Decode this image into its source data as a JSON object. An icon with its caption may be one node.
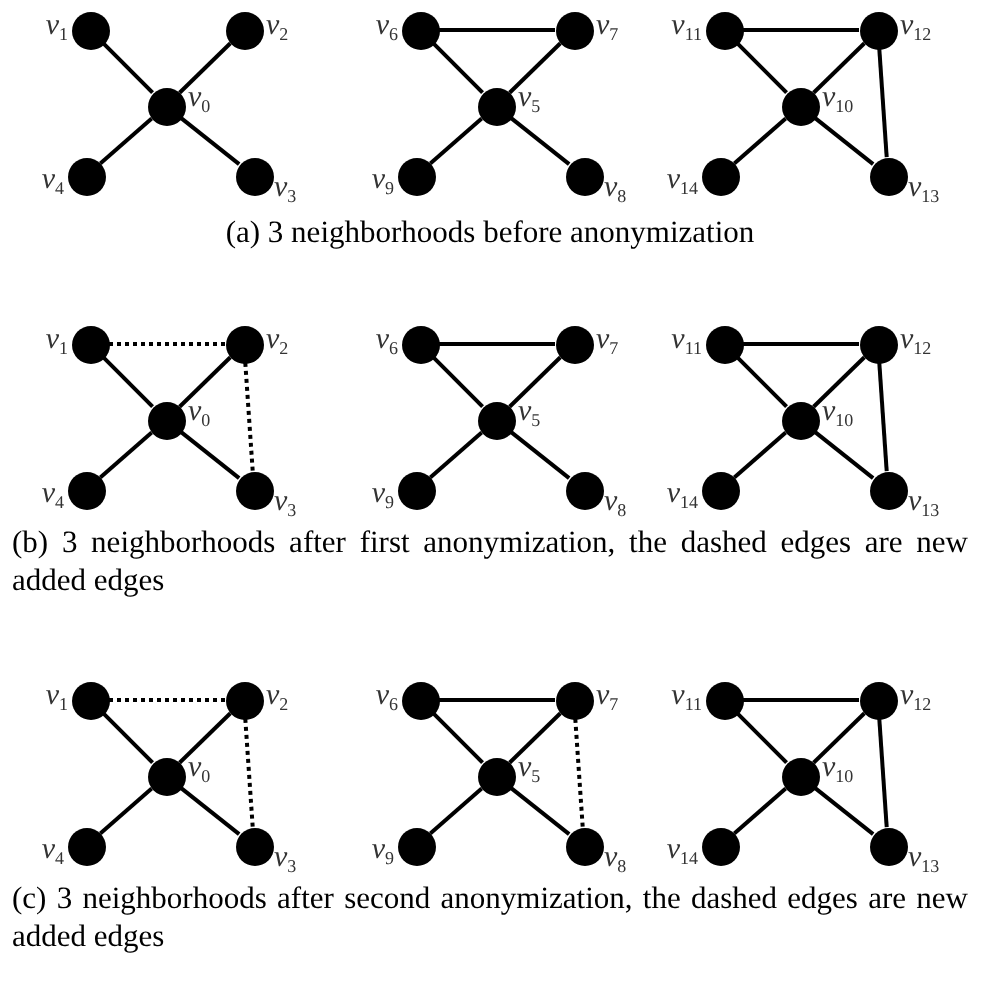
{
  "diagram": {
    "nodes": [
      {
        "text": [],
        "shape": "circle",
        "beside": [
          "v$_{1}$"
        ]
      },
      {
        "text": [],
        "shape": "circle",
        "beside": [
          "v$_{2}$"
        ]
      },
      {
        "text": [],
        "shape": "circle",
        "beside": [
          "v$_{0}$"
        ]
      },
      {
        "text": [],
        "shape": "circle",
        "beside": [
          "v$_{4}$"
        ]
      },
      {
        "text": [],
        "shape": "circle",
        "beside": [
          "v$_{3}$"
        ]
      },
      {
        "text": [],
        "shape": "circle",
        "beside": [
          "v$_{6}$"
        ]
      },
      {
        "text": [],
        "shape": "circle",
        "beside": [
          "v$_{7}$"
        ]
      },
      {
        "text": [],
        "shape": "circle",
        "beside": [
          "v$_{5}$"
        ]
      },
      {
        "text": [],
        "shape": "circle",
        "beside": [
          "v$_{9}$"
        ]
      },
      {
        "text": [],
        "shape": "circle",
        "beside": [
          "v$_{8}$"
        ]
      },
      {
        "text": [],
        "shape": "circle",
        "beside": [
          "v$_{11}$"
        ]
      },
      {
        "text": [],
        "shape": "circle",
        "beside": [
          "v$_{12}$"
        ]
      },
      {
        "text": [],
        "shape": "circle",
        "beside": [
          "v$_{10}$"
        ]
      },
      {
        "text": [],
        "shape": "circle",
        "beside": [
          "v$_{14}$"
        ]
      },
      {
        "text": [],
        "shape": "circle",
        "beside": [
          "v$_{13}$"
        ]
      },
      {
        "text": [],
        "shape": "circle",
        "beside": [
          "v$_{1}$"
        ]
      },
      {
        "text": [],
        "shape": "circle",
        "beside": [
          "v$_{2}$"
        ]
      },
      {
        "text": [],
        "shape": "circle",
        "beside": [
          "v$_{0}$"
        ]
      },
      {
        "text": [],
        "shape": "circle",
        "beside": [
          "v$_{4}$"
        ]
      },
      {
        "text": [],
        "shape": "circle",
        "beside": [
          "v$_{3}$"
        ]
      },
      {
        "text": [],
        "shape": "circle",
        "beside": [
          "v$_{6}$"
        ]
      },
      {
        "text": [],
        "shape": "circle",
        "beside": [
          "v$_{7}$"
        ]
      },
      {
        "text": [],
        "shape": "circle",
        "beside": [
          "v$_{5}$"
        ]
      },
      {
        "text": [],
        "shape": "circle",
        "beside": [
          "v$_{9}$"
        ]
      },
      {
        "text": [],
        "shape": "circle",
        "beside": [
          "v$_{8}$"
        ]
      },
      {
        "text": [],
        "shape": "circle",
        "beside": [
          "v$_{11}$"
        ]
      },
      {
        "text": [],
        "shape": "circle",
        "beside": [
          "v$_{12}$"
        ]
      },
      {
        "text": [],
        "shape": "circle",
        "beside": [
          "v$_{10}$"
        ]
      },
      {
        "text": [],
        "shape": "circle",
        "beside": [
          "v$_{14}$"
        ]
      },
      {
        "text": [],
        "shape": "circle",
        "beside": [
          "v$_{13}$"
        ]
      },
      {
        "text": [],
        "shape": "circle",
        "beside": [
          "v$_{1}$"
        ]
      },
      {
        "text": [],
        "shape": "circle",
        "beside": [
          "v$_{2}$"
        ]
      },
      {
        "text": [],
        "shape": "circle",
        "beside": [
          "v$_{0}$"
        ]
      },
      {
        "text": [],
        "shape": "circle",
        "beside": [
          "v$_{4}$"
        ]
      },
      {
        "text": [],
        "shape": "circle",
        "beside": [
          "v$_{3}$"
        ]
      },
      {
        "text": [],
        "shape": "circle",
        "beside": [
          "v$_{6}$"
        ]
      },
      {
        "text": [],
        "shape": "circle",
        "beside": [
          "v$_{7}$"
        ]
      },
      {
        "text": [],
        "shape": "circle",
        "beside": [
          "v$_{5}$"
        ]
      },
      {
        "text": [],
        "shape": "circle",
        "beside": [
          "v$_{9}$"
        ]
      },
      {
        "text": [],
        "shape": "circle",
        "beside": [
          "v$_{8}$"
        ]
      },
      {
        "text": [],
        "shape": "circle",
        "beside": [
          "v$_{11}$"
        ]
      },
      {
        "text": [],
        "shape": "circle",
        "beside": [
          "v$_{12}$"
        ]
      },
      {
        "text": [],
        "shape": "circle",
        "beside": [
          "v$_{10}$"
        ]
      },
      {
        "text": [],
        "shape": "circle",
        "beside": [
          "v$_{14}$"
        ]
      },
      {
        "text": [],
        "shape": "circle",
        "beside": [
          "v$_{13}$"
        ]
      }
    ],
    "edges": [
      {
        "from": 2,
        "to": 0,
        "arrow": "none"
      },
      {
        "from": 2,
        "to": 1,
        "arrow": "none"
      },
      {
        "from": 2,
        "to": 3,
        "arrow": "none"
      },
      {
        "from": 2,
        "to": 4,
        "arrow": "none"
      },
      {
        "from": 5,
        "to": 6,
        "arrow": "none"
      },
      {
        "from": 7,
        "to": 5,
        "arrow": "none"
      },
      {
        "from": 7,
        "to": 6,
        "arrow": "none"
      },
      {
        "from": 7,
        "to": 8,
        "arrow": "none"
      },
      {
        "from": 7,
        "to": 9,
        "arrow": "none"
      },
      {
        "from": 10,
        "to": 11,
        "arrow": "none"
      },
      {
        "from": 11,
        "to": 14,
        "arrow": "none"
      },
      {
        "from": 12,
        "to": 10,
        "arrow": "none"
      },
      {
        "from": 12,
        "to": 11,
        "arrow": "none"
      },
      {
        "from": 12,
        "to": 13,
        "arrow": "none"
      },
      {
        "from": 12,
        "to": 14,
        "arrow": "none"
      },
      {
        "from": 15,
        "to": 16,
        "arrow": "none",
        "style": "dashed"
      },
      {
        "from": 16,
        "to": 19,
        "arrow": "none",
        "style": "dashed"
      },
      {
        "from": 17,
        "to": 15,
        "arrow": "none"
      },
      {
        "from": 17,
        "to": 16,
        "arrow": "none"
      },
      {
        "from": 17,
        "to": 18,
        "arrow": "none"
      },
      {
        "from": 17,
        "to": 19,
        "arrow": "none"
      },
      {
        "from": 20,
        "to": 21,
        "arrow": "none"
      },
      {
        "from": 22,
        "to": 20,
        "arrow": "none"
      },
      {
        "from": 22,
        "to": 21,
        "arrow": "none"
      },
      {
        "from": 22,
        "to": 23,
        "arrow": "none"
      },
      {
        "from": 22,
        "to": 24,
        "arrow": "none"
      },
      {
        "from": 25,
        "to": 26,
        "arrow": "none"
      },
      {
        "from": 26,
        "to": 29,
        "arrow": "none"
      },
      {
        "from": 27,
        "to": 25,
        "arrow": "none"
      },
      {
        "from": 27,
        "to": 26,
        "arrow": "none"
      },
      {
        "from": 27,
        "to": 28,
        "arrow": "none"
      },
      {
        "from": 27,
        "to": 29,
        "arrow": "none"
      },
      {
        "from": 30,
        "to": 31,
        "arrow": "none",
        "style": "dashed"
      },
      {
        "from": 31,
        "to": 34,
        "arrow": "none",
        "style": "dashed"
      },
      {
        "from": 32,
        "to": 30,
        "arrow": "none"
      },
      {
        "from": 32,
        "to": 31,
        "arrow": "none"
      },
      {
        "from": 32,
        "to": 33,
        "arrow": "none"
      },
      {
        "from": 32,
        "to": 34,
        "arrow": "none"
      },
      {
        "from": 35,
        "to": 36,
        "arrow": "none"
      },
      {
        "from": 36,
        "to": 39,
        "arrow": "none",
        "style": "dashed"
      },
      {
        "from": 37,
        "to": 35,
        "arrow": "none"
      },
      {
        "from": 37,
        "to": 36,
        "arrow": "none"
      },
      {
        "from": 37,
        "to": 38,
        "arrow": "none"
      },
      {
        "from": 37,
        "to": 39,
        "arrow": "none"
      },
      {
        "from": 40,
        "to": 41,
        "arrow": "none"
      },
      {
        "from": 41,
        "to": 44,
        "arrow": "none"
      },
      {
        "from": 42,
        "to": 40,
        "arrow": "none"
      },
      {
        "from": 42,
        "to": 41,
        "arrow": "none"
      },
      {
        "from": 42,
        "to": 43,
        "arrow": "none"
      },
      {
        "from": 42,
        "to": 44,
        "arrow": "none"
      }
    ],
    "labels": [
      "(a) 3 neighborhoods before anonymization",
      "(b) 3 neighborhoods after first anonymization, the dashed edges are new added edges",
      "(c) 3 neighborhoods after second anonymization, the dashed edges are new added edges"
    ]
  }
}
